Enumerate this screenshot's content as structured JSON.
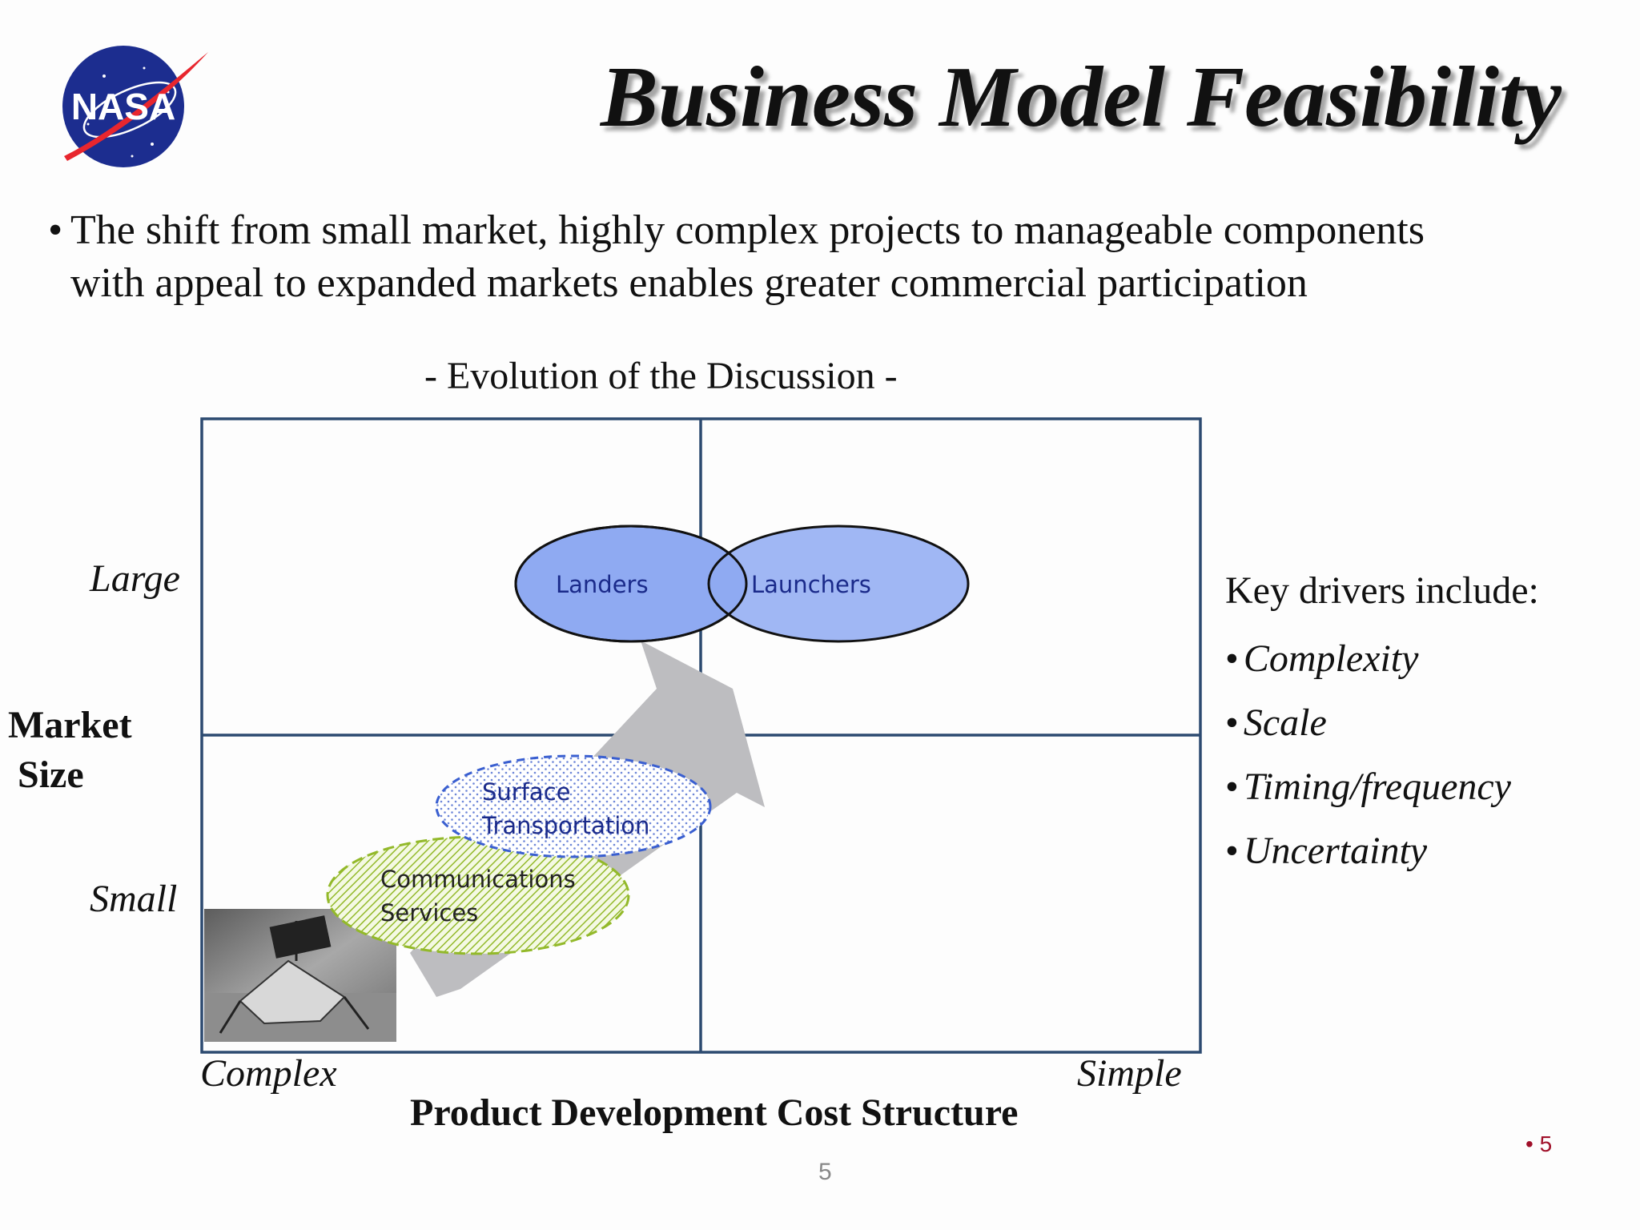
{
  "logo": {
    "text": "NASA"
  },
  "title": "Business Model Feasibility",
  "bullet": {
    "marker": "•",
    "line1": "The shift from small market, highly complex projects to manageable components",
    "line2": "with appeal to expanded markets enables greater commercial participation"
  },
  "diagram": {
    "subtitle": "- Evolution of the Discussion -",
    "y_axis": {
      "title_line1": "Market",
      "title_line2": "Size",
      "high": "Large",
      "low": "Small"
    },
    "x_axis": {
      "title": "Product Development Cost Structure",
      "left": "Complex",
      "right": "Simple"
    },
    "ovals": {
      "landers": "Landers",
      "launchers": "Launchers",
      "surface_line1": "Surface",
      "surface_line2": "Transportation",
      "comms_line1": "Communications",
      "comms_line2": "Services"
    },
    "colors": {
      "grid": "#2c4a70",
      "lander_fill": "#8faaf2",
      "text_blue": "#1a2a8a",
      "comms": "#93b92a",
      "arrow": "#bdbdc0"
    }
  },
  "drivers": {
    "heading": "Key drivers include:",
    "bullet": "•",
    "items": [
      "Complexity",
      "Scale",
      "Timing/frequency",
      "Uncertainty"
    ]
  },
  "footer": {
    "page_number": "5",
    "corner_marker": "•",
    "corner_number": "5"
  }
}
